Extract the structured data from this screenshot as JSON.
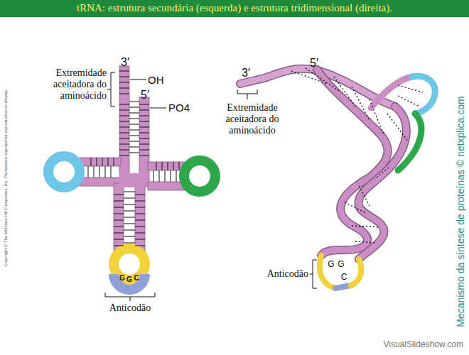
{
  "diagram": {
    "title": "tRNA: estrutura secundária (esquerda) e estrutura tridimensional (direita).",
    "labels": [
      "3′",
      "OH",
      "Extremidade aceitadora do aminoácido",
      "5′",
      "PO4",
      "G",
      "G",
      "C",
      "Anticodão",
      "3′",
      "5′",
      "Extremidade aceitadora do aminoácido",
      "Anticodão",
      "G",
      "G",
      "C",
      "Copyright © The McGraw-Hill Companies, Inc. Permission required for reproduction or display.",
      "Mecanismo da síntese de proteínas © netxplica.com",
      "VisualSlideshow.com"
    ]
  }
}
